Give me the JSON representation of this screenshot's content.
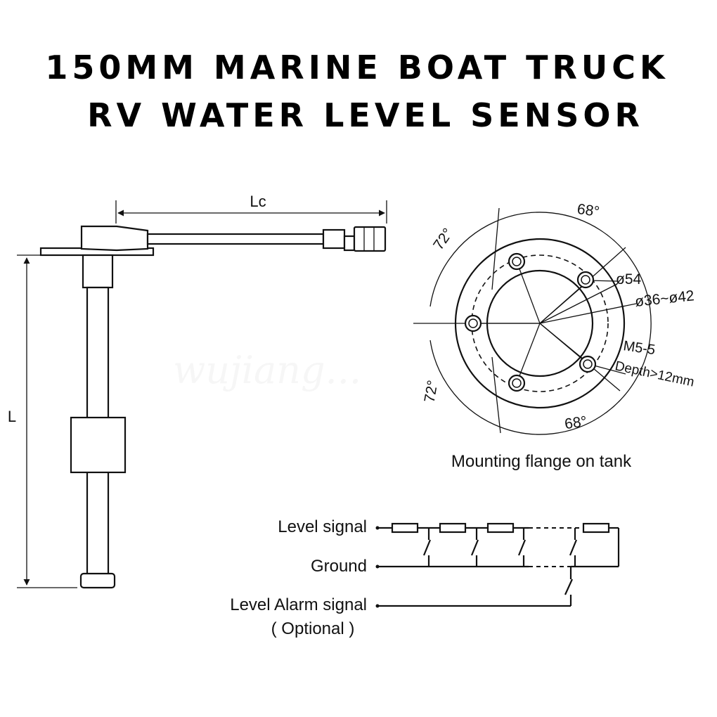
{
  "title": {
    "line1": "150MM MARINE BOAT TRUCK",
    "line2": "RV WATER LEVEL SENSOR"
  },
  "sensor": {
    "cable_length_label": "Lc",
    "probe_length_label": "L"
  },
  "flange": {
    "angle_top_right": "68°",
    "angle_top_left": "72°",
    "angle_bottom_left": "72°",
    "angle_bottom_right": "68°",
    "outer_diameter": "ø54",
    "inner_diameter": "ø36~ø42",
    "screw_spec": "M5-5",
    "screw_depth": "Depth>12mm",
    "caption": "Mounting flange on tank"
  },
  "wiring": {
    "level_signal": "Level signal",
    "ground": "Ground",
    "alarm_signal": "Level Alarm signal",
    "alarm_optional": "( Optional )"
  },
  "watermark": "wujiang..."
}
